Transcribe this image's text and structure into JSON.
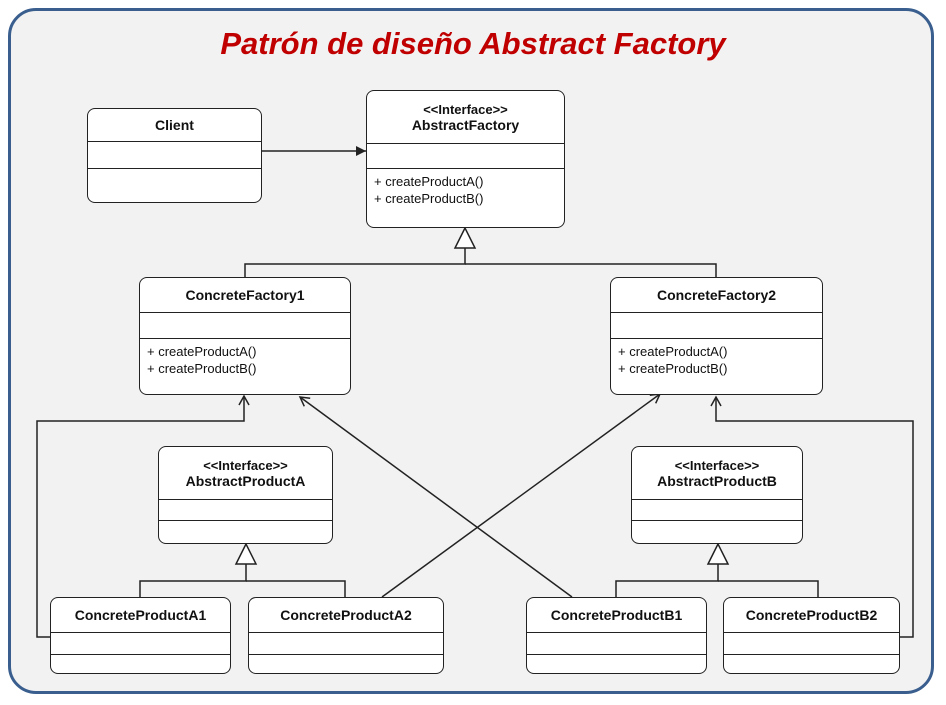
{
  "title": "Patrón de diseño Abstract Factory",
  "classes": {
    "client": {
      "name": "Client"
    },
    "abstract_factory": {
      "stereotype": "<<Interface>>",
      "name": "AbstractFactory",
      "ops": [
        "+ createProductA()",
        "+ createProductB()"
      ]
    },
    "concrete_factory1": {
      "name": "ConcreteFactory1",
      "ops": [
        "+ createProductA()",
        "+ createProductB()"
      ]
    },
    "concrete_factory2": {
      "name": "ConcreteFactory2",
      "ops": [
        "+ createProductA()",
        "+ createProductB()"
      ]
    },
    "abstract_product_a": {
      "stereotype": "<<Interface>>",
      "name": "AbstractProductA"
    },
    "abstract_product_b": {
      "stereotype": "<<Interface>>",
      "name": "AbstractProductB"
    },
    "concrete_product_a1": {
      "name": "ConcreteProductA1"
    },
    "concrete_product_a2": {
      "name": "ConcreteProductA2"
    },
    "concrete_product_b1": {
      "name": "ConcreteProductB1"
    },
    "concrete_product_b2": {
      "name": "ConcreteProductB2"
    }
  },
  "colors": {
    "title": "#c00000",
    "frame_border": "#3a5f8f",
    "frame_bg": "#f2f2f2"
  }
}
